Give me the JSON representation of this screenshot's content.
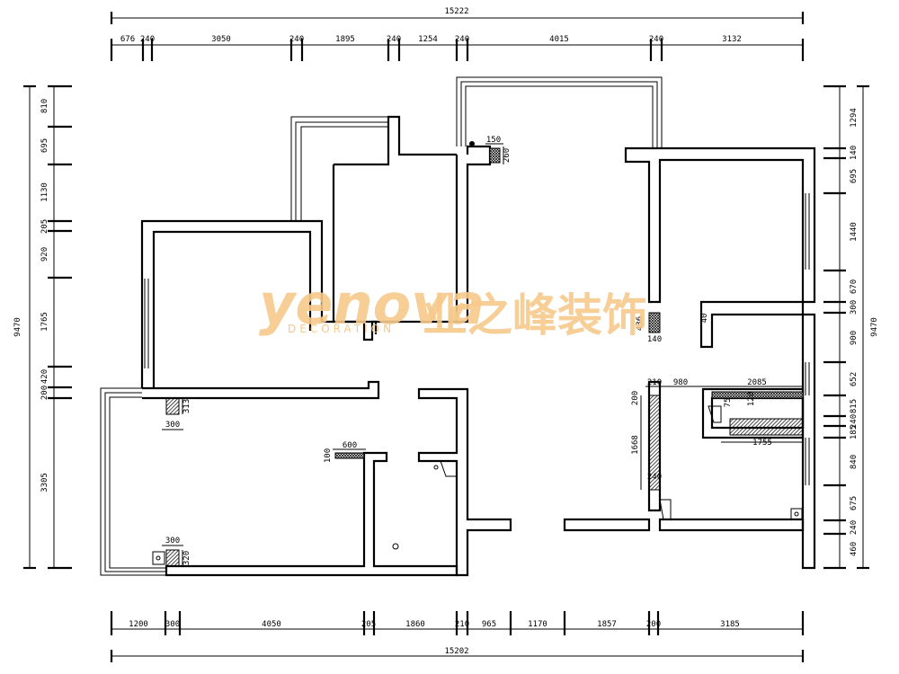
{
  "watermark": {
    "brand_latin": "yenova",
    "brand_sub": "DECORATION",
    "brand_cn": "业之峰装饰"
  },
  "dimensions": {
    "top_total": "15222",
    "top_segments": [
      "676",
      "240",
      "3050",
      "240",
      "1895",
      "240",
      "1254",
      "240",
      "4015",
      "240",
      "3132"
    ],
    "bottom_total": "15202",
    "bottom_segments": [
      "1200",
      "300",
      "4050",
      "205",
      "1860",
      "210",
      "965",
      "1170",
      "1857",
      "200",
      "3185"
    ],
    "left_total": "9470",
    "left_segments": [
      "810",
      "695",
      "1130",
      "205",
      "920",
      "1765",
      "420",
      "200",
      "3305"
    ],
    "right_total": "9470",
    "right_segments": [
      "1294",
      "140",
      "695",
      "1440",
      "670",
      "300",
      "900",
      "652",
      "815",
      "240",
      "185",
      "840",
      "675",
      "240",
      "460"
    ]
  },
  "annotations": {
    "col_top_w": "150",
    "col_top_h": "260",
    "col_mid_w": "300",
    "col_mid_h": "313",
    "col_bot_w": "300",
    "col_bot_h": "320",
    "beam_len": "600",
    "beam_h": "100",
    "col_right_h": "436",
    "col_right_w": "140",
    "small_right": "40",
    "seg_210": "210",
    "seg_980": "980",
    "seg_2085": "2085",
    "seg_200": "200",
    "seg_1668": "1668",
    "seg_1755": "1755",
    "seg_240": "240",
    "seg_75": "75",
    "seg_120": "120"
  }
}
